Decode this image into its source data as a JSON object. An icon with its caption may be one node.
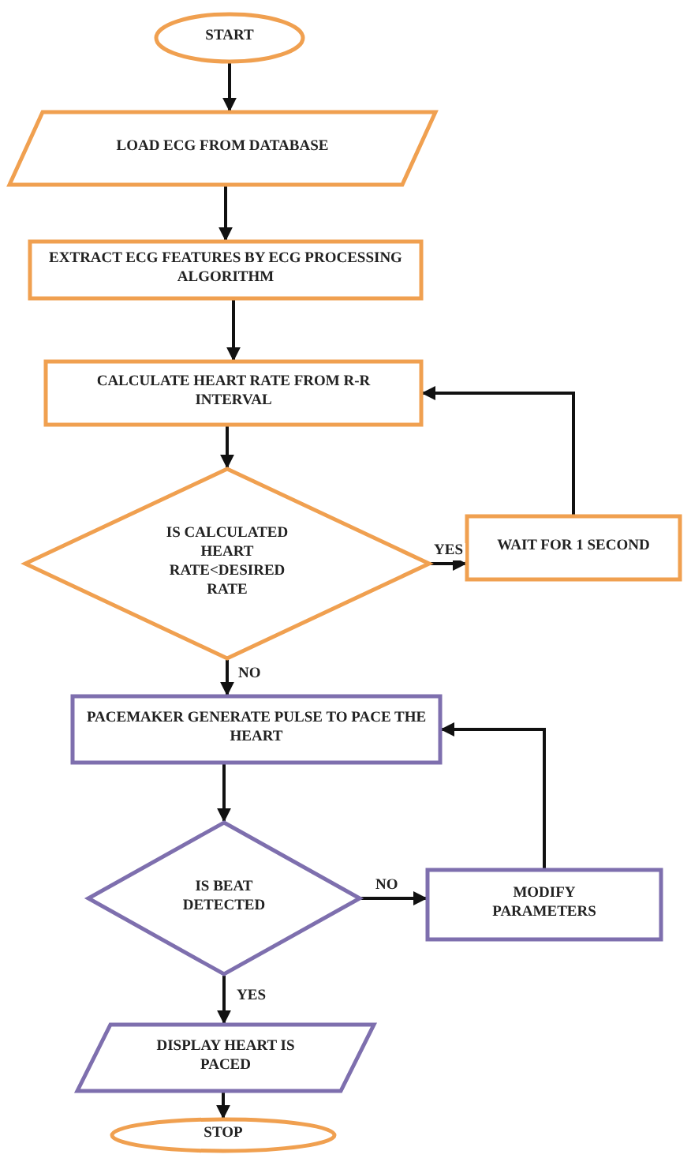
{
  "diagram": {
    "nodes": [
      {
        "text": [
          "START"
        ]
      },
      {
        "text": [
          "LOAD ECG FROM DATABASE"
        ]
      },
      {
        "text": [
          "EXTRACT ECG FEATURES BY ECG PROCESSING ALGORITHM"
        ]
      },
      {
        "text": [
          "CALCULATE HEART RATE FROM R-R INTERVAL"
        ]
      },
      {
        "text": [
          "IS CALCULATED HEART RATE<DESIRED RATE"
        ]
      },
      {
        "text": [
          "WAIT FOR 1 SECOND"
        ]
      },
      {
        "text": [
          "PACEMAKER GENERATE PULSE TO PACE THE HEART"
        ]
      },
      {
        "text": [
          "IS BEAT DETECTED"
        ]
      },
      {
        "text": [
          "MODIFY PARAMETERS"
        ]
      },
      {
        "text": [
          "DISPLAY HEART IS PACED"
        ]
      },
      {
        "text": [
          "STOP"
        ]
      }
    ],
    "edges": [
      {
        "from": 0,
        "to": 1,
        "arrow": "to"
      },
      {
        "from": 1,
        "to": 2,
        "arrow": "to"
      },
      {
        "from": 2,
        "to": 3,
        "arrow": "to"
      },
      {
        "from": 3,
        "to": 4,
        "arrow": "to"
      },
      {
        "from": 4,
        "to": 5,
        "arrow": "to",
        "label": "YES"
      },
      {
        "from": 5,
        "to": 3,
        "arrow": "to"
      },
      {
        "from": 4,
        "to": 6,
        "arrow": "to",
        "label": "NO"
      },
      {
        "from": 6,
        "to": 7,
        "arrow": "to"
      },
      {
        "from": 7,
        "to": 8,
        "arrow": "to",
        "label": "NO"
      },
      {
        "from": 8,
        "to": 6,
        "arrow": "to"
      },
      {
        "from": 7,
        "to": 9,
        "arrow": "to",
        "label": "YES"
      },
      {
        "from": 9,
        "to": 10,
        "arrow": "to"
      }
    ]
  }
}
